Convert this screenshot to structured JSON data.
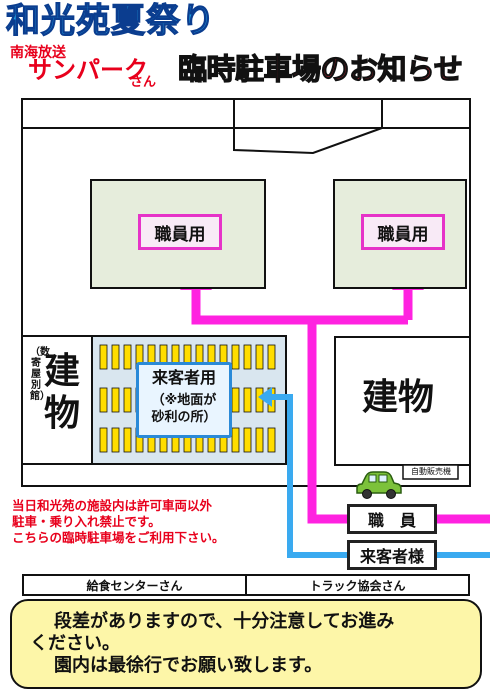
{
  "header": {
    "festival_title": "和光苑夏祭り",
    "sponsor_small": "南海放送",
    "sponsor_name": "サンパーク",
    "sponsor_suffix": "さん",
    "main_title": "臨時駐車場のお知らせ"
  },
  "map": {
    "staff_area_left": "職員用",
    "staff_area_right": "職員用",
    "visitor_area_title": "来客者用",
    "visitor_area_note_line1": "（※地面が",
    "visitor_area_note_line2": "砂利の所）",
    "building_left_main": "建",
    "building_left_main2": "物",
    "building_left_sub": "（数寄屋別館）",
    "building_right": "建物",
    "vending_machine": "自動販売機",
    "sign_staff": "職　員",
    "sign_visitor": "来客者様"
  },
  "warning": {
    "line1": "当日和光苑の施設内は許可車両以外",
    "line2": "駐車・乗り入れ禁止です。",
    "line3": "こちらの臨時駐車場をご利用下さい。"
  },
  "bottom": {
    "left": "給食センターさん",
    "right": "トラック協会さん"
  },
  "notice": {
    "line1": "段差がありますので、十分注意してお進み",
    "line2": "ください。",
    "line3": "園内は最徐行でお願い致します。"
  },
  "colors": {
    "staff_route": "#ff22e0",
    "visitor_route": "#3aaaf0",
    "title_blue": "#1e9be0",
    "title_red": "#e8001c",
    "notice_bg": "#fdf6a8",
    "area_bg": "#e6eddc",
    "stripe_yellow": "#ffdd00"
  },
  "icons": {
    "car": "car-icon"
  }
}
